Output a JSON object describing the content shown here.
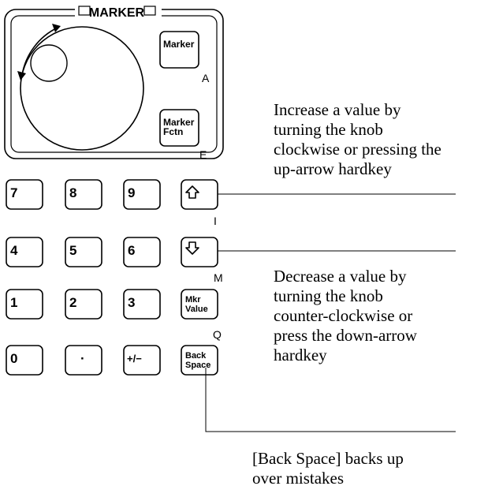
{
  "marker_panel": {
    "title": "MARKER",
    "marker_button": "Marker",
    "marker_letter": "A",
    "marker_fctn_line1": "Marker",
    "marker_fctn_line2": "Fctn",
    "marker_fctn_letter": "E"
  },
  "keypad": {
    "row1": [
      "7",
      "8",
      "9"
    ],
    "row2": [
      "4",
      "5",
      "6"
    ],
    "row3": [
      "1",
      "2",
      "3"
    ],
    "row4": [
      "0",
      "·",
      "+/−"
    ],
    "up_arrow_letter": "I",
    "down_arrow_letter": "M",
    "mkr_value_line1": "Mkr",
    "mkr_value_line2": "Value",
    "mkr_value_letter": "Q",
    "back_space_line1": "Back",
    "back_space_line2": "Space"
  },
  "callouts": {
    "increase": [
      "Increase a value by",
      "turning the knob",
      "clockwise or pressing the",
      "up-arrow hardkey"
    ],
    "decrease": [
      "Decrease a value by",
      "turning the knob",
      "counter-clockwise or",
      "press the down-arrow",
      "hardkey"
    ],
    "backspace": [
      "[Back Space] backs up",
      "over mistakes"
    ]
  }
}
